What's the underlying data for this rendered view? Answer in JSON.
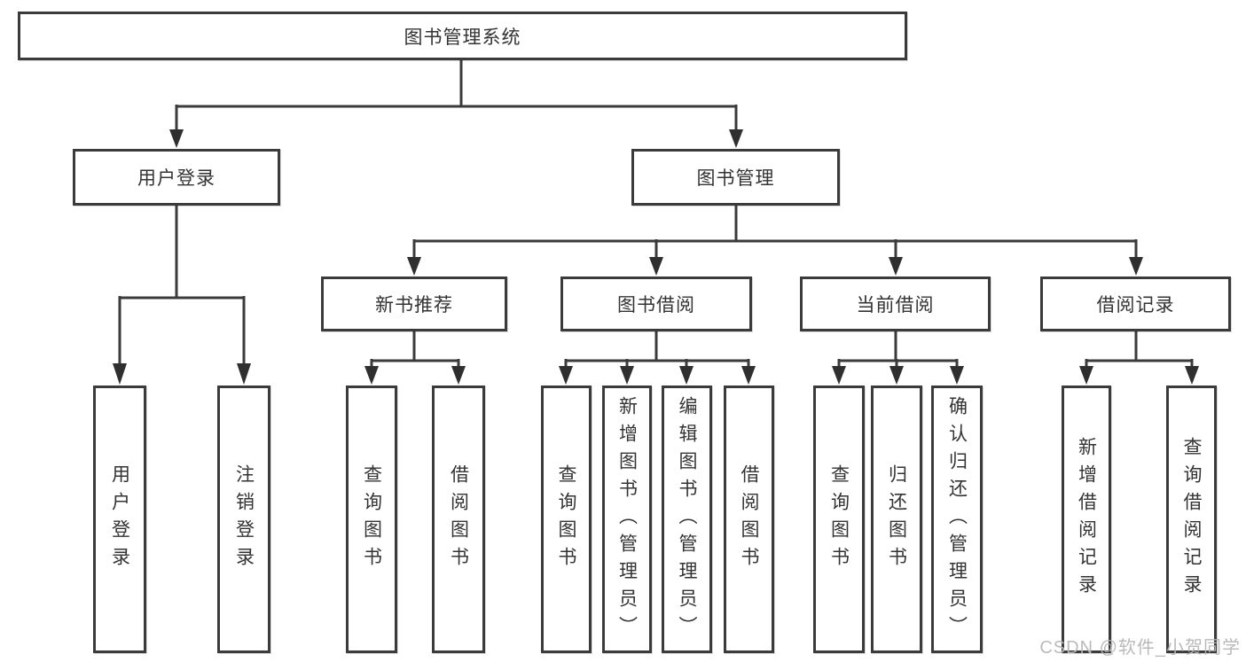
{
  "diagram": {
    "type": "hierarchy-tree",
    "colors": {
      "line": "#3b3b3b",
      "text": "#333333",
      "box_background": "#ffffff",
      "watermark": "#b6b6b6"
    },
    "nodes": {
      "root": {
        "label": "图书管理系统"
      },
      "user_login": {
        "label": "用户登录",
        "children": [
          {
            "label": "用户登录"
          },
          {
            "label": "注销登录"
          }
        ]
      },
      "book_mgmt": {
        "label": "图书管理"
      },
      "new_books": {
        "label": "新书推荐",
        "children": [
          {
            "label": "查询图书"
          },
          {
            "label": "借阅图书"
          }
        ]
      },
      "book_borrow": {
        "label": "图书借阅",
        "children": [
          {
            "label": "查询图书"
          },
          {
            "label": "新增图书（管理员）"
          },
          {
            "label": "编辑图书（管理员）"
          },
          {
            "label": "借阅图书"
          }
        ]
      },
      "current_borrow": {
        "label": "当前借阅",
        "children": [
          {
            "label": "查询图书"
          },
          {
            "label": "归还图书"
          },
          {
            "label": "确认归还（管理员）"
          }
        ]
      },
      "borrow_records": {
        "label": "借阅记录",
        "children": [
          {
            "label": "新增借阅记录"
          },
          {
            "label": "查询借阅记录"
          }
        ]
      }
    },
    "watermark": "CSDN @软件_小贺同学"
  }
}
